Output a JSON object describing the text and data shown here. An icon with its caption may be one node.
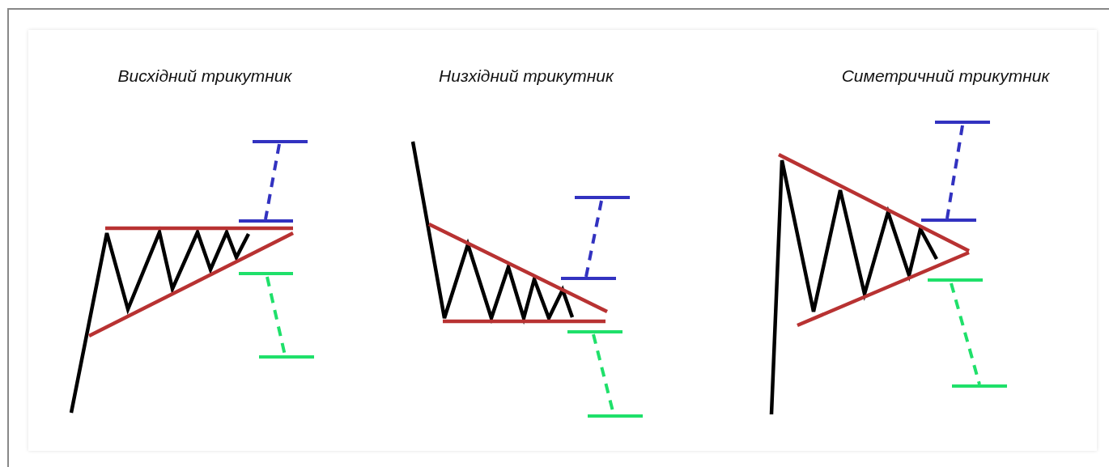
{
  "diagram": {
    "labels": [
      "Висхідний трикутник",
      "Низхідний трикутник",
      "Симетричний трикутник"
    ]
  }
}
